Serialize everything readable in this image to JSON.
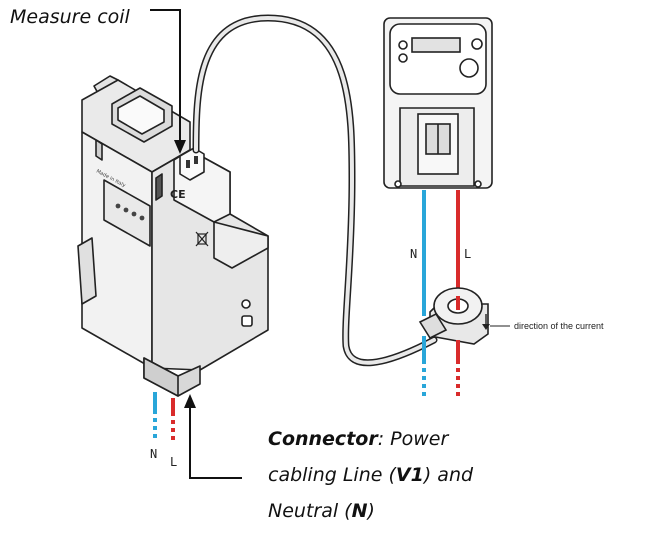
{
  "labels": {
    "measure_coil": "Measure coil",
    "direction": "direction of the current",
    "neutral_letter": "N",
    "line_letter": "L"
  },
  "connector_caption": {
    "bold_title": "Connector",
    "after_title": ": Power",
    "line2_pre": "cabling Line (",
    "line2_bold": "V1",
    "line2_post": ") and",
    "line3_pre": "Neutral (",
    "line3_bold": "N",
    "line3_post": ")"
  },
  "device": {
    "marking": "Made in Italy",
    "ce_mark": "CE"
  },
  "colors": {
    "neutral_wire": "#29a6d9",
    "line_wire": "#d92b2b",
    "outline": "#222222",
    "body_light": "#ececec"
  }
}
